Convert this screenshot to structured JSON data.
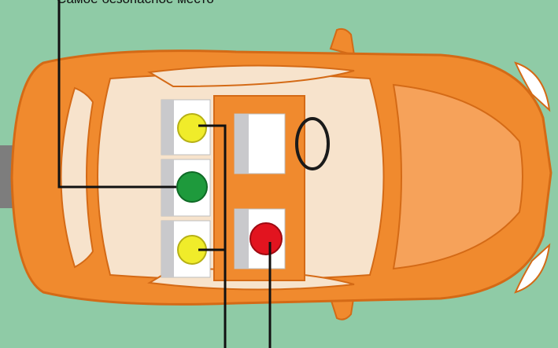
{
  "diagram": {
    "caption": "Самое безопасное место",
    "colors": {
      "background": "#8fcba6",
      "car_body": "#f08a2e",
      "car_outline": "#d46a16",
      "interior": "#f7e3cc",
      "seat": "#ffffff",
      "seat_shadow": "#c9c9cc",
      "seat_green": "#1e9a3c",
      "seat_yellow": "#f0ec2a",
      "seat_red": "#e2141f",
      "steering_wheel": "#1a1a1a",
      "leader_line": "#111111"
    },
    "seats": [
      {
        "position": "rear-left",
        "marker": "yellow"
      },
      {
        "position": "rear-middle",
        "marker": "green",
        "safest": true
      },
      {
        "position": "rear-right",
        "marker": "yellow"
      },
      {
        "position": "front-driver",
        "marker": "none"
      },
      {
        "position": "front-passenger",
        "marker": "red"
      }
    ]
  }
}
